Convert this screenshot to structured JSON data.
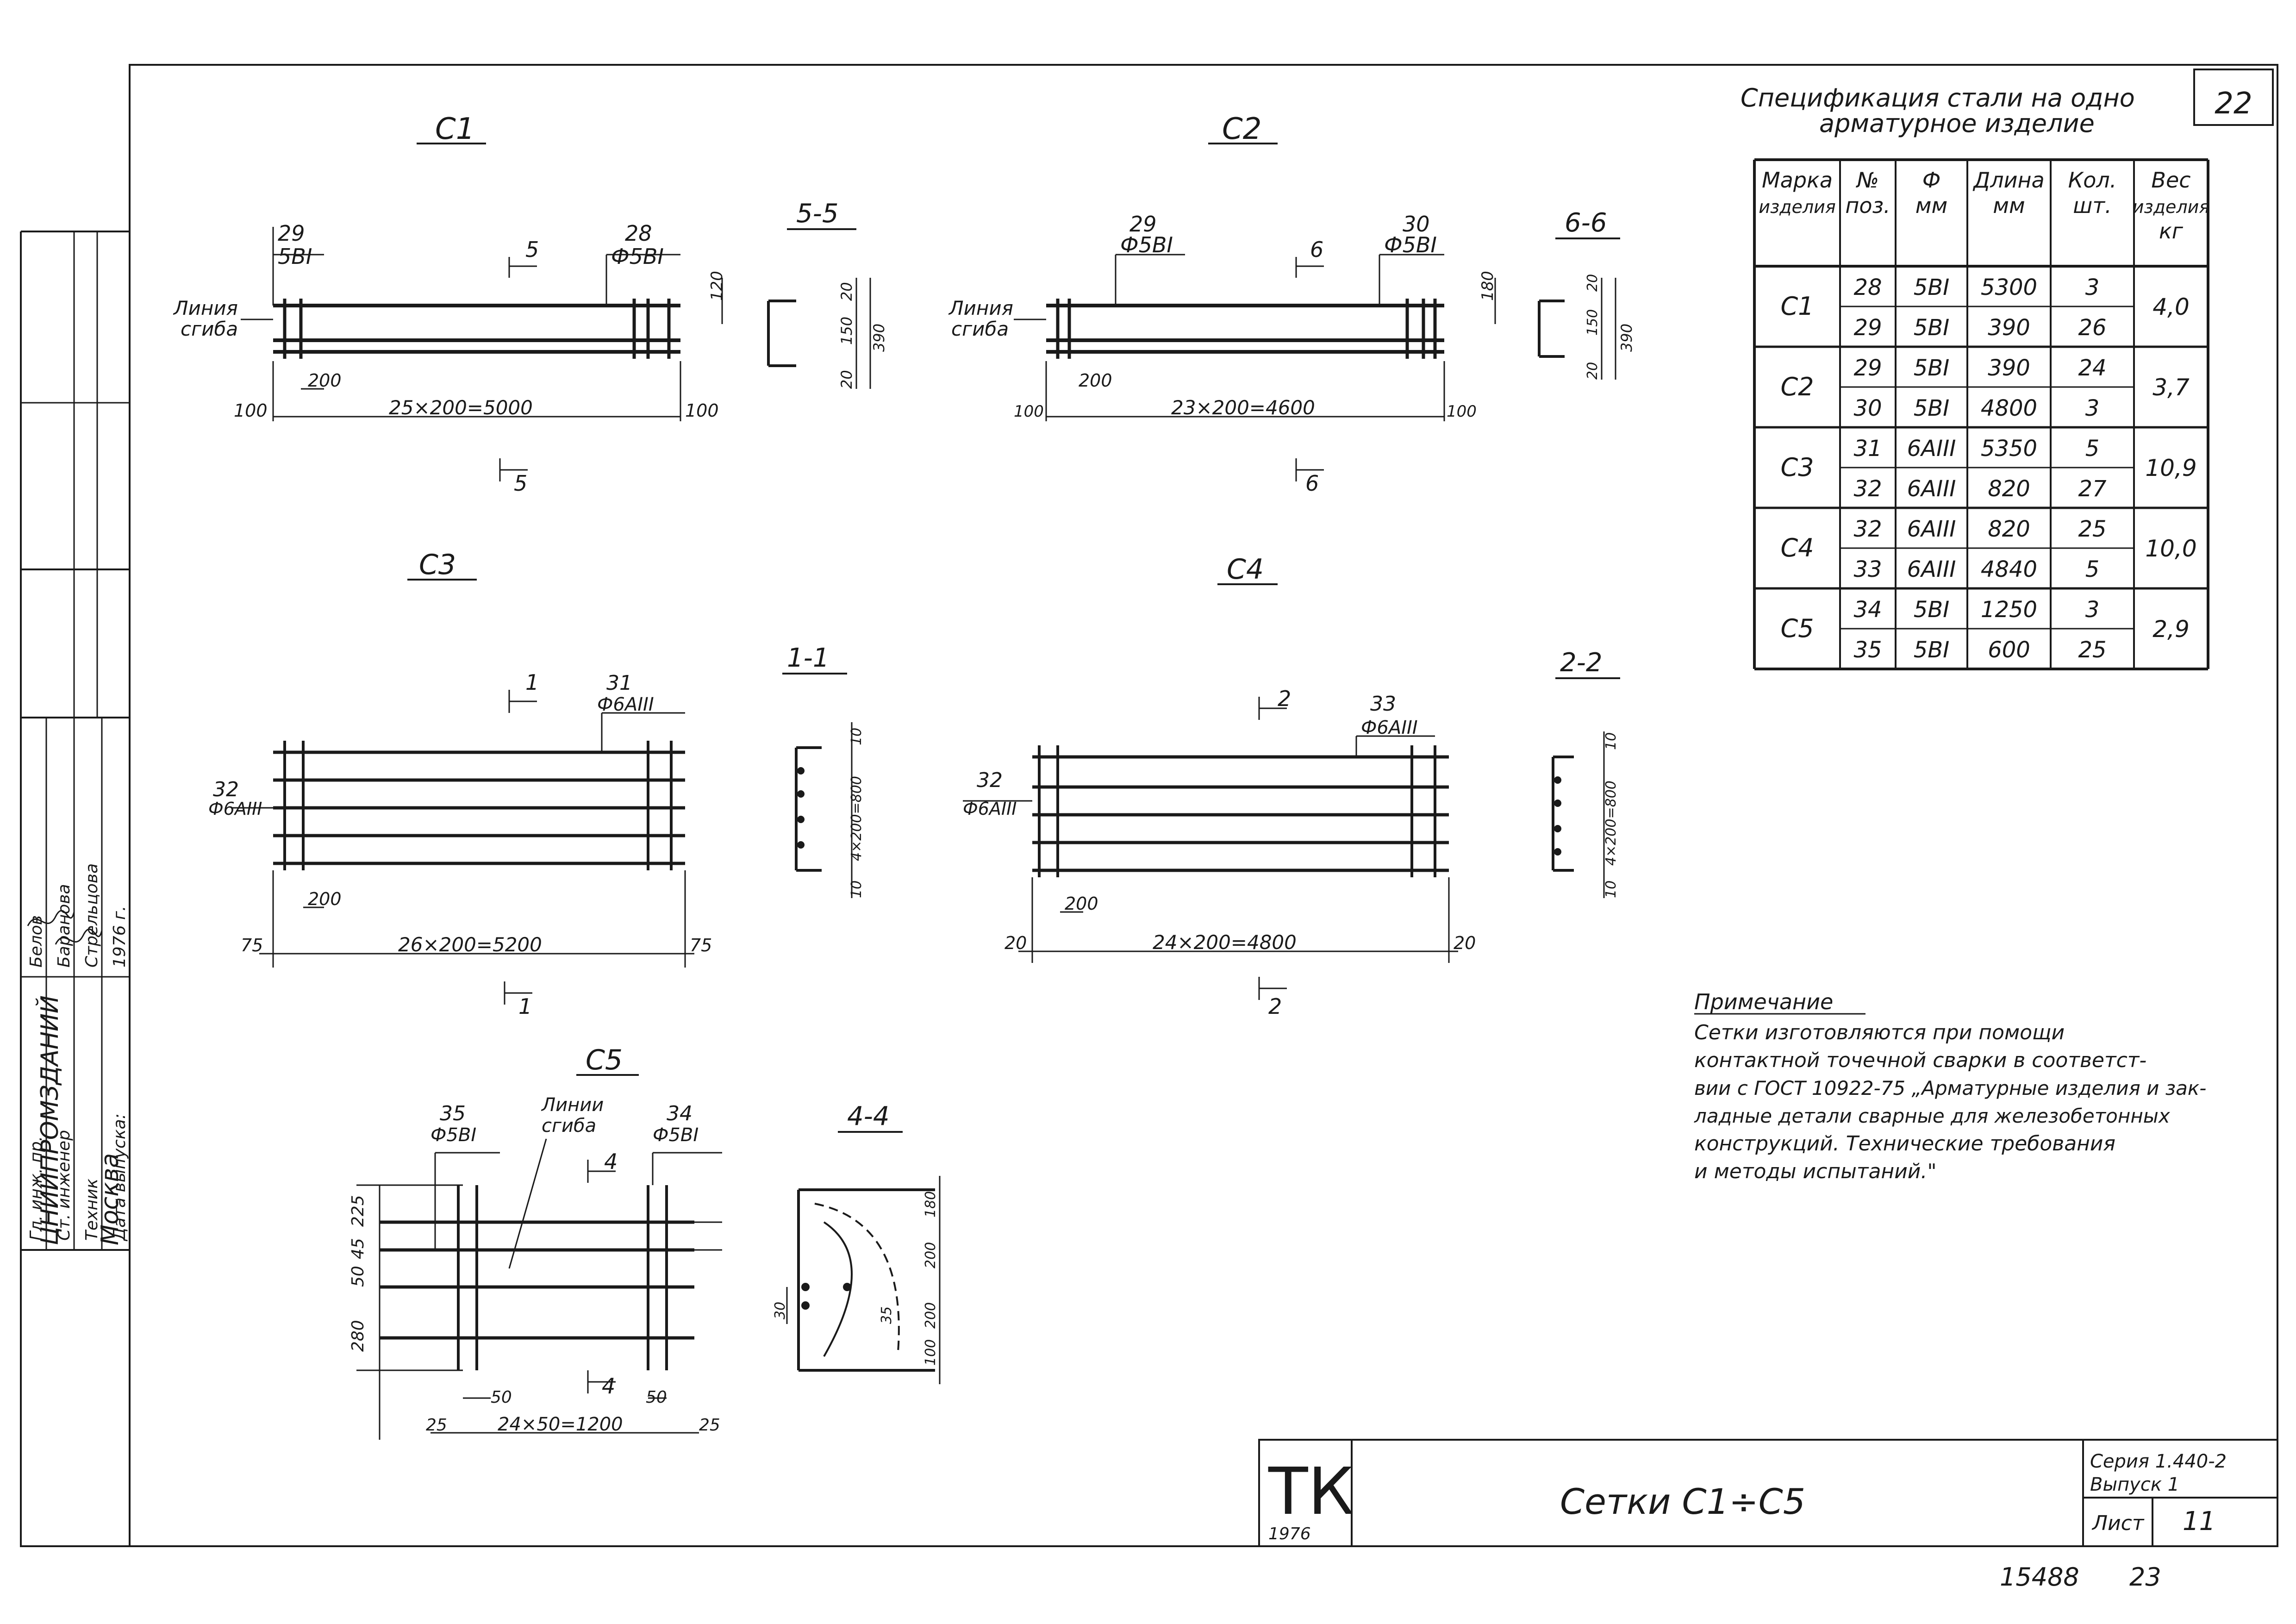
{
  "sheet": {
    "page_number": "22",
    "bottom_number": "15488",
    "bottom_page": "23"
  },
  "drawings": {
    "c1": {
      "title": "С1",
      "pos_left": "29",
      "pos_left_mark": "5BI",
      "pos_right": "28",
      "pos_right_mark": "Ф5BI",
      "bend_label_1": "Линия",
      "bend_label_2": "сгиба",
      "dim_total": "25×200=5000",
      "dim_step": "200",
      "dim_left": "100",
      "dim_right": "100",
      "dim_offset": "120",
      "section_mark": "5",
      "section_title": "5-5",
      "sec_dim_top": "20",
      "sec_dim_mid": "150",
      "sec_dim_bottom": "20",
      "sec_dim_total": "390"
    },
    "c2": {
      "title": "С2",
      "pos_left": "29",
      "pos_left_mark": "Ф5BI",
      "pos_right": "30",
      "pos_right_mark": "Ф5BI",
      "bend_label_1": "Линия",
      "bend_label_2": "сгиба",
      "dim_total": "23×200=4600",
      "dim_step": "200",
      "dim_left": "100",
      "dim_right": "100",
      "dim_offset": "180",
      "section_mark": "6",
      "section_title": "6-6",
      "sec_dim_top": "20",
      "sec_dim_mid": "150",
      "sec_dim_bottom": "20",
      "sec_dim_total": "390"
    },
    "c3": {
      "title": "С3",
      "pos_top": "31",
      "pos_top_mark": "Ф6AIII",
      "pos_left": "32",
      "pos_left_mark": "Ф6AIII",
      "dim_total": "26×200=5200",
      "dim_step": "200",
      "dim_left": "75",
      "dim_right": "75",
      "section_mark": "1",
      "section_title": "1-1",
      "sec_dim_top": "10",
      "sec_dim_mid": "4×200=800",
      "sec_dim_bottom": "10"
    },
    "c4": {
      "title": "С4",
      "pos_top": "33",
      "pos_top_mark": "Ф6AIII",
      "pos_left": "32",
      "pos_left_mark": "Ф6AIII",
      "dim_total": "24×200=4800",
      "dim_step": "200",
      "dim_left": "20",
      "dim_right": "20",
      "section_mark": "2",
      "section_title": "2-2",
      "sec_dim_top": "10",
      "sec_dim_mid": "4×200=800",
      "sec_dim_bottom": "10"
    },
    "c5": {
      "title": "С5",
      "pos_left": "35",
      "pos_left_mark": "Ф5BI",
      "pos_right": "34",
      "pos_right_mark": "Ф5BI",
      "bend_label_1": "Линии",
      "bend_label_2": "сгиба",
      "dim_a": "225",
      "dim_b": "45",
      "dim_c": "50",
      "dim_d": "280",
      "dim_step": "50",
      "dim_step2": "50",
      "dim_total": "24×50=1200",
      "dim_left": "25",
      "dim_right": "25",
      "section_mark": "4",
      "section_title": "4-4",
      "sec_dim_1": "180",
      "sec_dim_2": "200",
      "sec_dim_3": "200",
      "sec_dim_4": "100",
      "sec_dim_left": "30",
      "sec_dim_angle": "35"
    }
  },
  "spec": {
    "title_1": "Спецификация стали на одно",
    "title_2": "арматурное изделие",
    "headers": [
      [
        "Марка",
        "изделия"
      ],
      [
        "№",
        "поз."
      ],
      [
        "Ф",
        "мм"
      ],
      [
        "Длина",
        "мм"
      ],
      [
        "Кол.",
        "шт."
      ],
      [
        "Вес",
        "изделия",
        "кг"
      ]
    ],
    "groups": [
      {
        "mark": "С1",
        "weight": "4,0",
        "rows": [
          [
            "28",
            "5BI",
            "5300",
            "3"
          ],
          [
            "29",
            "5BI",
            "390",
            "26"
          ]
        ]
      },
      {
        "mark": "С2",
        "weight": "3,7",
        "rows": [
          [
            "29",
            "5BI",
            "390",
            "24"
          ],
          [
            "30",
            "5BI",
            "4800",
            "3"
          ]
        ]
      },
      {
        "mark": "С3",
        "weight": "10,9",
        "rows": [
          [
            "31",
            "6AIII",
            "5350",
            "5"
          ],
          [
            "32",
            "6AIII",
            "820",
            "27"
          ]
        ]
      },
      {
        "mark": "С4",
        "weight": "10,0",
        "rows": [
          [
            "32",
            "6AIII",
            "820",
            "25"
          ],
          [
            "33",
            "6AIII",
            "4840",
            "5"
          ]
        ]
      },
      {
        "mark": "С5",
        "weight": "2,9",
        "rows": [
          [
            "34",
            "5BI",
            "1250",
            "3"
          ],
          [
            "35",
            "5BI",
            "600",
            "25"
          ]
        ]
      }
    ]
  },
  "note": {
    "heading": "Примечание",
    "lines": [
      "Сетки изготовляются при помощи",
      "контактной точечной сварки в соответст-",
      "вии с ГОСТ 10922-75 „Арматурные изделия и зак-",
      "ладные детали сварные для железобетонных",
      "конструкций. Технические требования",
      "и методы испытаний.\""
    ]
  },
  "title_block": {
    "logo": "ТК",
    "year": "1976",
    "name": "Сетки С1÷С5",
    "series": "Серия 1.440-2",
    "issue": "Выпуск 1",
    "sheet_label": "Лист",
    "sheet_value": "11"
  },
  "side_stamp": {
    "org": "ЦНИИПРОМЗДАНИЙ",
    "city": "Москва",
    "roles": [
      "Гл. инж. пр.",
      "Ст. инженер",
      "Техник",
      "Дата выпуска:"
    ],
    "names": [
      "Белов",
      "Баранова",
      "Стрельцова",
      "1976 г."
    ]
  }
}
